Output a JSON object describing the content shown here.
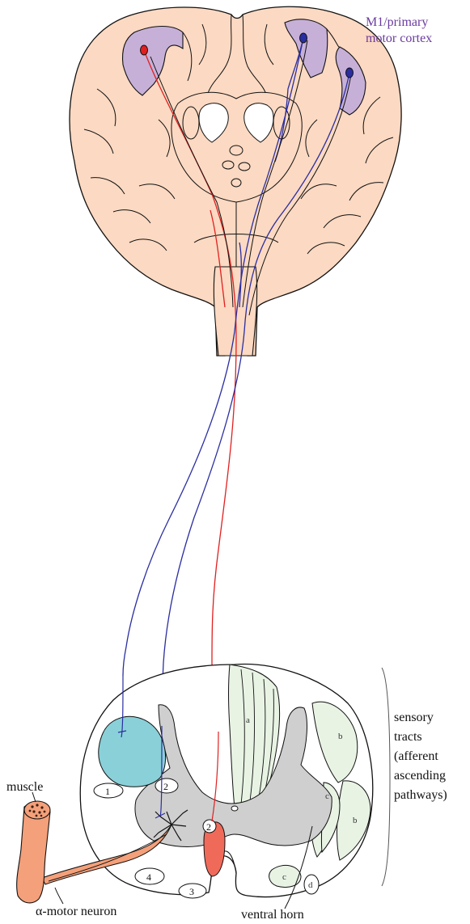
{
  "labels": {
    "cortex_line1": "M1/primary",
    "cortex_line2": "motor cortex",
    "sensory_line1": "sensory",
    "sensory_line2": "tracts",
    "sensory_line3": "(afferent",
    "sensory_line4": "ascending",
    "sensory_line5": "pathways)",
    "muscle": "muscle",
    "motor_neuron": "α-motor neuron",
    "ventral_horn": "ventral horn"
  },
  "tract_numbers": {
    "n1": "1",
    "n2a": "2",
    "n2b": "2",
    "n3": "3",
    "n4": "4"
  },
  "tract_letters": {
    "a": "a",
    "b1": "b",
    "b2": "b",
    "c1": "c",
    "c2": "c",
    "d": "d"
  },
  "colors": {
    "brain": "#fcd9c2",
    "motor_cortex": "#c7b0d8",
    "red_pathway": "#e02020",
    "blue_pathway": "#2a2ea0",
    "grey_matter": "#cfcfcf",
    "sensory_tract": "#e8f3e4",
    "lateral_tract": "#8ad0d8",
    "ventral_tract": "#f06a5a",
    "muscle": "#f4a07a",
    "label_purple": "#6a3aa0"
  }
}
